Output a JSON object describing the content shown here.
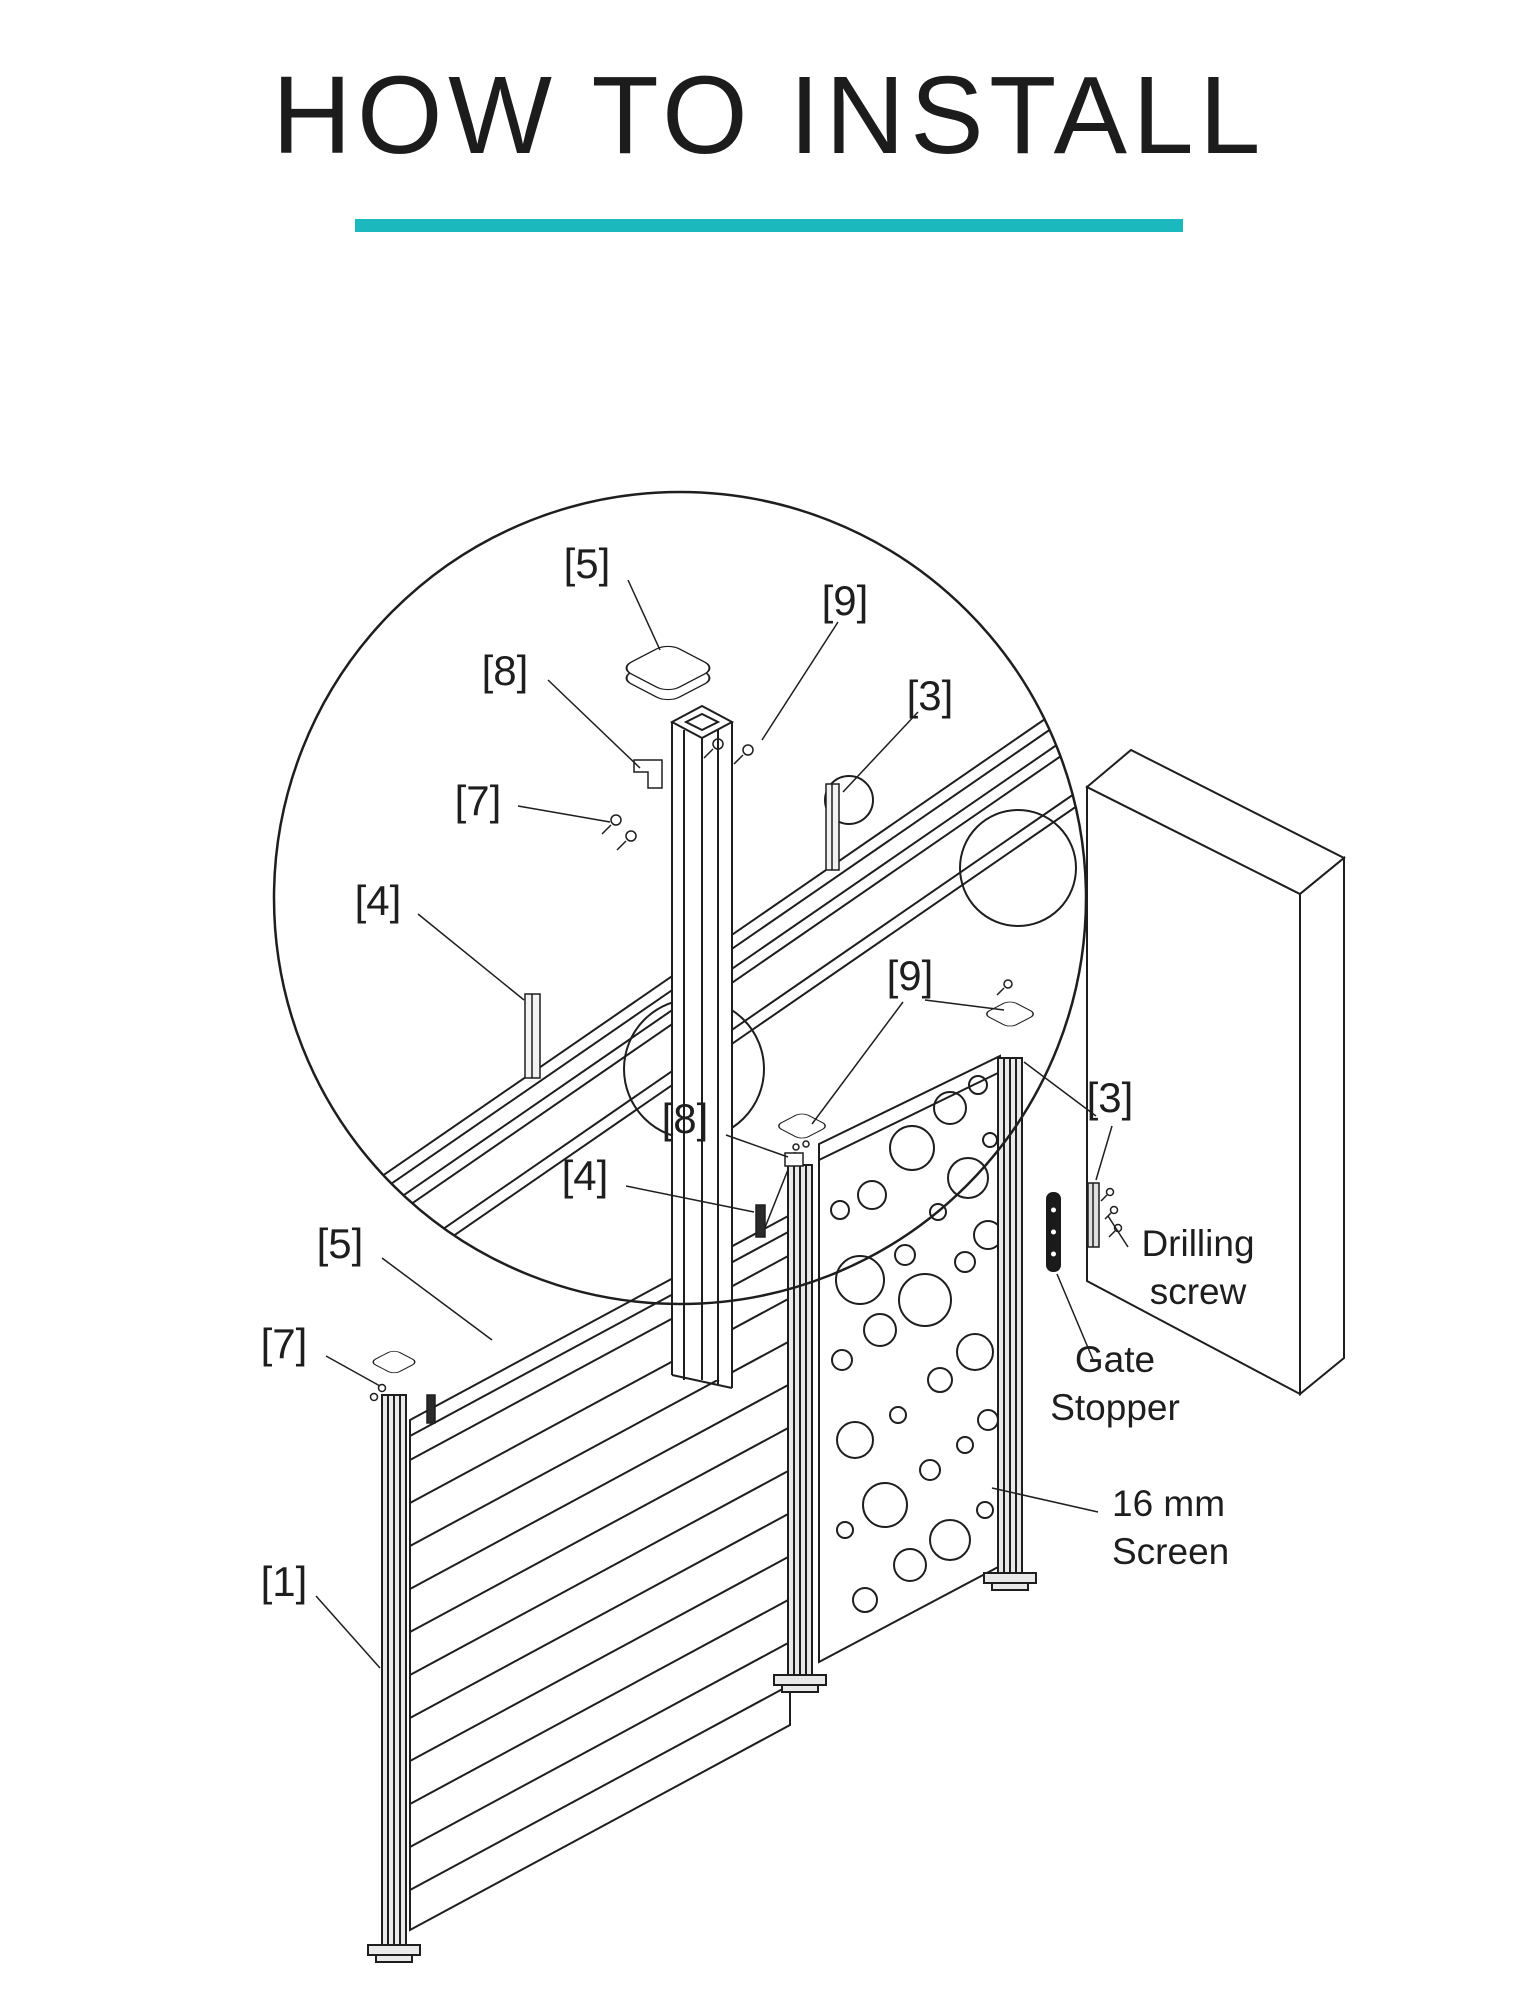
{
  "header": {
    "title": "HOW TO INSTALL"
  },
  "colors": {
    "accent_teal": "#1bb9be",
    "line_color": "#1e1e1e",
    "background": "#ffffff"
  },
  "diagram": {
    "detail_view": {
      "labels": [
        "[5]",
        "[9]",
        "[8]",
        "[3]",
        "[7]",
        "[4]"
      ]
    },
    "main_view": {
      "labels": [
        "[9]",
        "[8]",
        "[4]",
        "[3]",
        "[5]",
        "[7]",
        "[1]"
      ],
      "annotations": {
        "drilling_screw": [
          "Drilling",
          "screw"
        ],
        "gate_stopper": [
          "Gate",
          "Stopper"
        ],
        "screen": [
          "16 mm",
          "Screen"
        ]
      }
    }
  }
}
